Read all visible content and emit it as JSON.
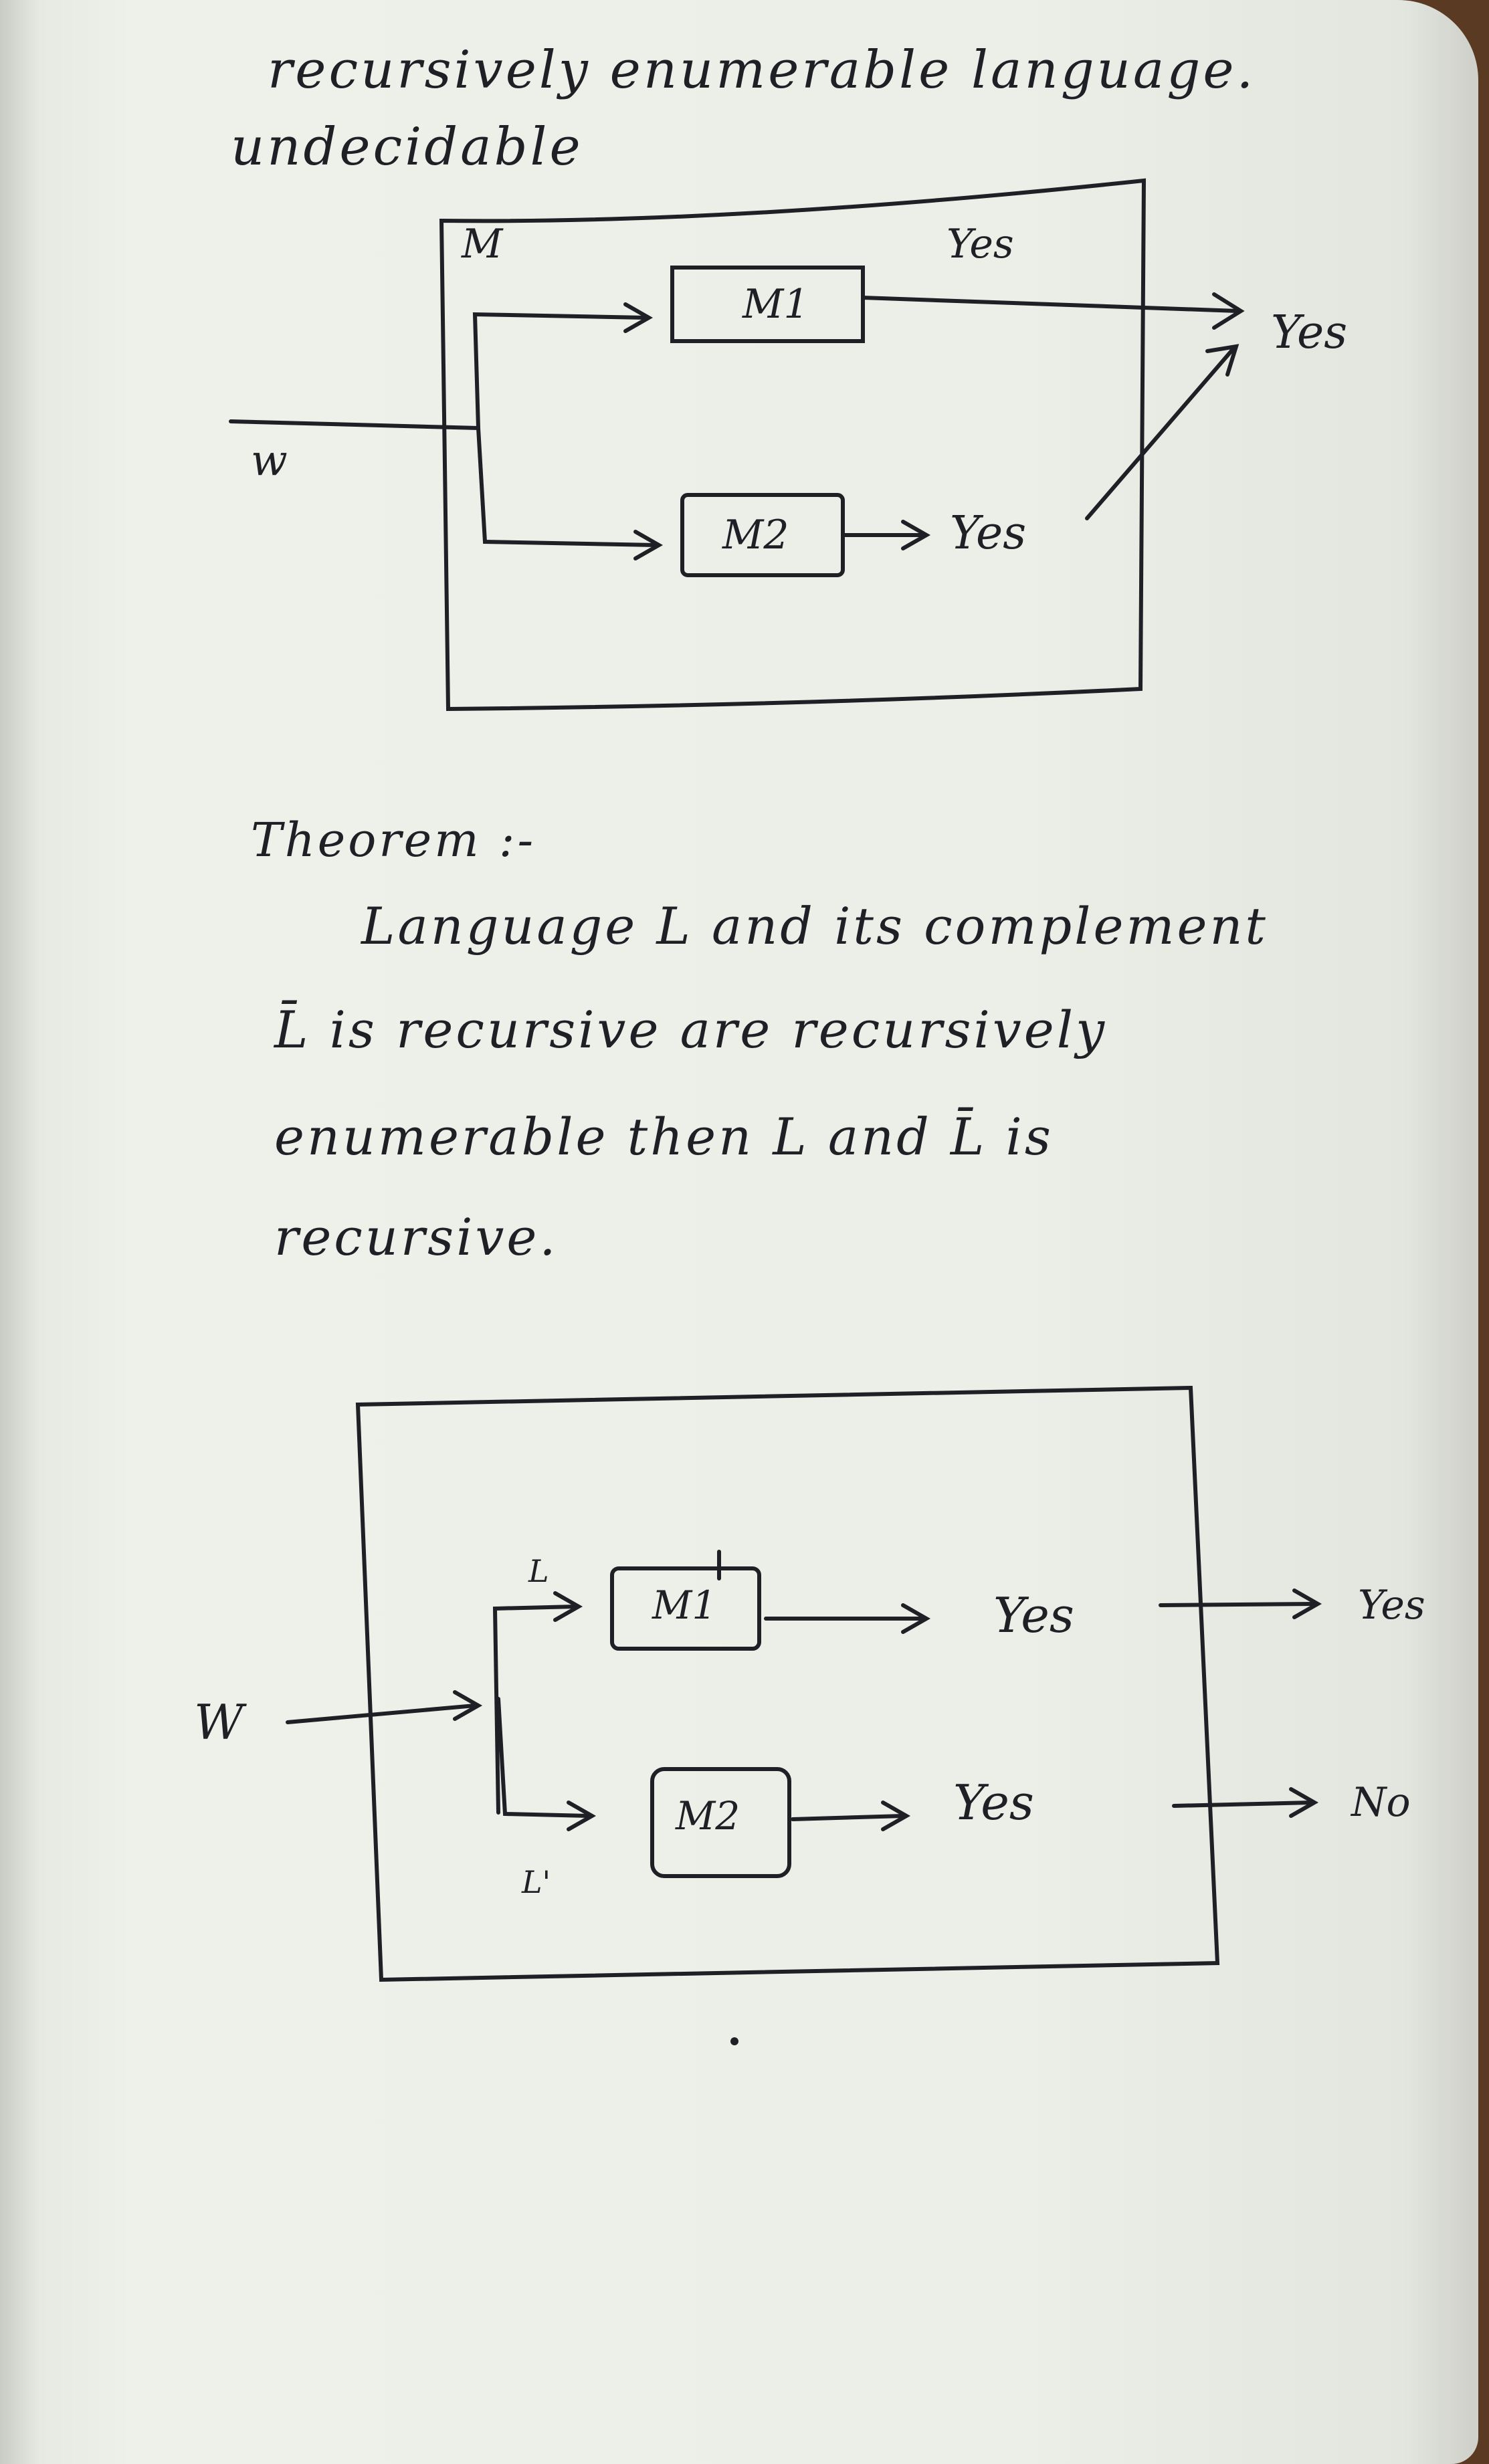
{
  "page": {
    "title_line1": "recursively enumerable language.",
    "title_line2": "undecidable",
    "theorem_heading": "Theorem :-",
    "theorem_line1": "Language L and its complement",
    "theorem_line2": "L̄ is recursive are recursively",
    "theorem_line3": "enumerable then L and L̄ is",
    "theorem_line4": "recursive."
  },
  "diagram1": {
    "box_label": "M",
    "input_label": "w",
    "m1_label": "M1",
    "m2_label": "M2",
    "yes_top": "Yes",
    "yes_right": "Yes",
    "yes_m2": "Yes"
  },
  "diagram2": {
    "input_label": "W",
    "branch_top_label": "L",
    "branch_bottom_label": "L'",
    "m1_label": "M1",
    "m2_label": "M2",
    "yes_m1": "Yes",
    "yes_m2": "Yes",
    "out_yes": "Yes",
    "out_no": "No"
  }
}
